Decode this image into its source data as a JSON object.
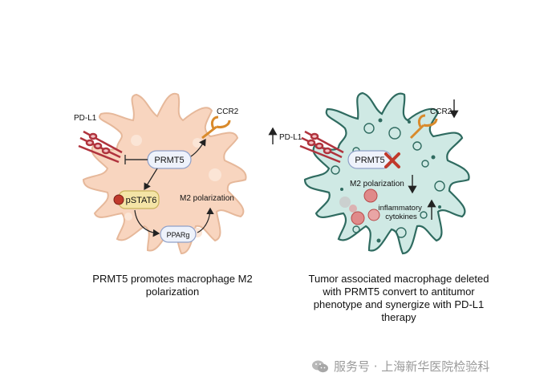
{
  "left_panel": {
    "pdl1_label": "PD-L1",
    "ccr2_label": "CCR2",
    "prmt5_label": "PRMT5",
    "pstat6_label": "pSTAT6",
    "pparg_label": "PPARg",
    "m2_label": "M2 polarization",
    "caption": "PRMT5 promotes macrophage M2 polarization"
  },
  "right_panel": {
    "pdl1_label": "PD-L1",
    "ccr2_label": "CCR2",
    "prmt5_label": "PRMT5",
    "m2_label": "M2 polarization",
    "cytokines_label": "inflammatory cytokines",
    "caption": "Tumor associated macrophage deleted with PRMT5 convert to antitumor phenotype and synergize with PD-L1 therapy"
  },
  "watermark": {
    "text": "服务号 · 上海新华医院检验科"
  },
  "colors": {
    "m2_cell_fill": "#f8d5bf",
    "m2_cell_stroke": "#e6b89a",
    "tam_cell_fill": "#cfe9e4",
    "tam_cell_stroke": "#2f6b60",
    "receptor": "#b0333d",
    "ccr2": "#d98a2b",
    "deletion_x": "#c0392b",
    "pstat6_fill": "#f4e4a6"
  }
}
